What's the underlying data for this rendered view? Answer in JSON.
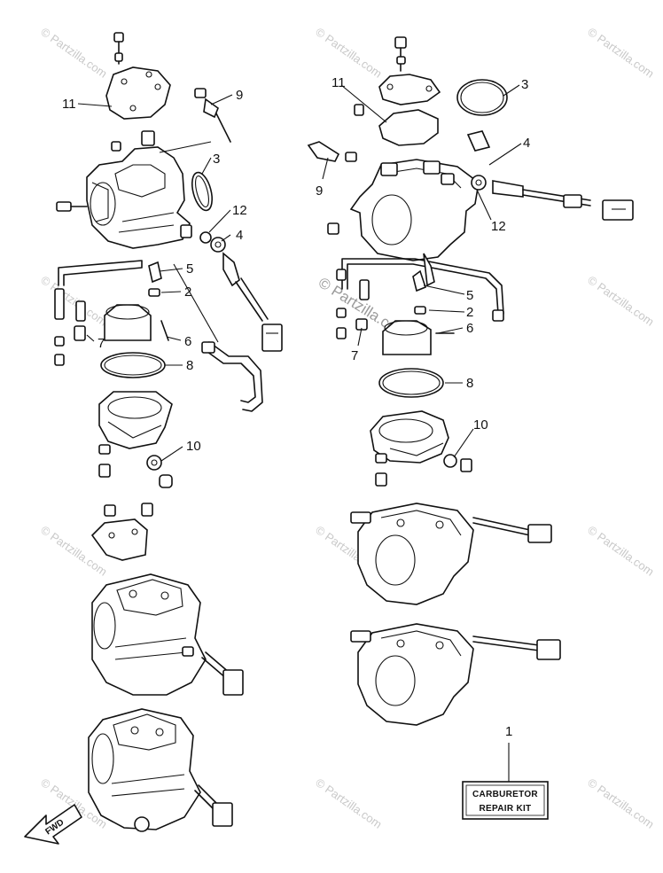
{
  "diagram": {
    "watermark_text": "© Partzilla.com",
    "center_watermark_text": "© Partzilla.com",
    "left_callouts": [
      "11",
      "9",
      "3",
      "12",
      "4",
      "5",
      "2",
      "6",
      "7",
      "8",
      "10"
    ],
    "right_callouts": [
      "11",
      "3",
      "4",
      "9",
      "12",
      "5",
      "2",
      "6",
      "7",
      "8",
      "10",
      "1"
    ],
    "repair_kit": {
      "line1": "CARBURETOR",
      "line2": "REPAIR KIT"
    },
    "fwd_label": "FWD"
  }
}
